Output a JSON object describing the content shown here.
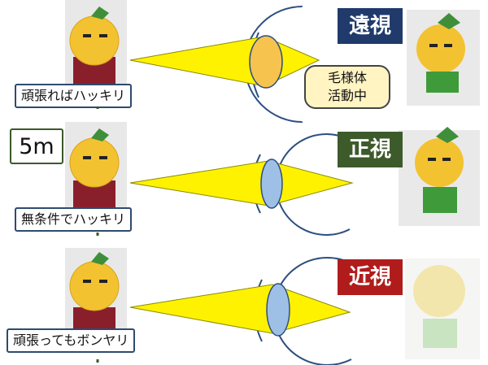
{
  "far_sight": {
    "badge": "遠視",
    "caption": "頑張ればハッキリ",
    "callout_line1": "毛様体",
    "callout_line2": "活動中",
    "badge_color": "#1f3a6b"
  },
  "normal_sight": {
    "badge": "正視",
    "caption": "無条件でハッキリ",
    "badge_color": "#3d5a2b"
  },
  "near_sight": {
    "badge": "近視",
    "caption": "頑張ってもボンヤリ",
    "badge_color": "#b01c1c"
  },
  "distance_label": "5m",
  "colors": {
    "light_beam": "#fff200",
    "lens_far": "#f6c34f",
    "lens_normal": "#9fc0e6",
    "lens_near": "#9fc0e6",
    "eye_outline": "#2d4f80",
    "mascot_face": "#f3c230",
    "mascot_shirt": "#8a1f2c",
    "mascot_pants": "#3f9b3a"
  }
}
